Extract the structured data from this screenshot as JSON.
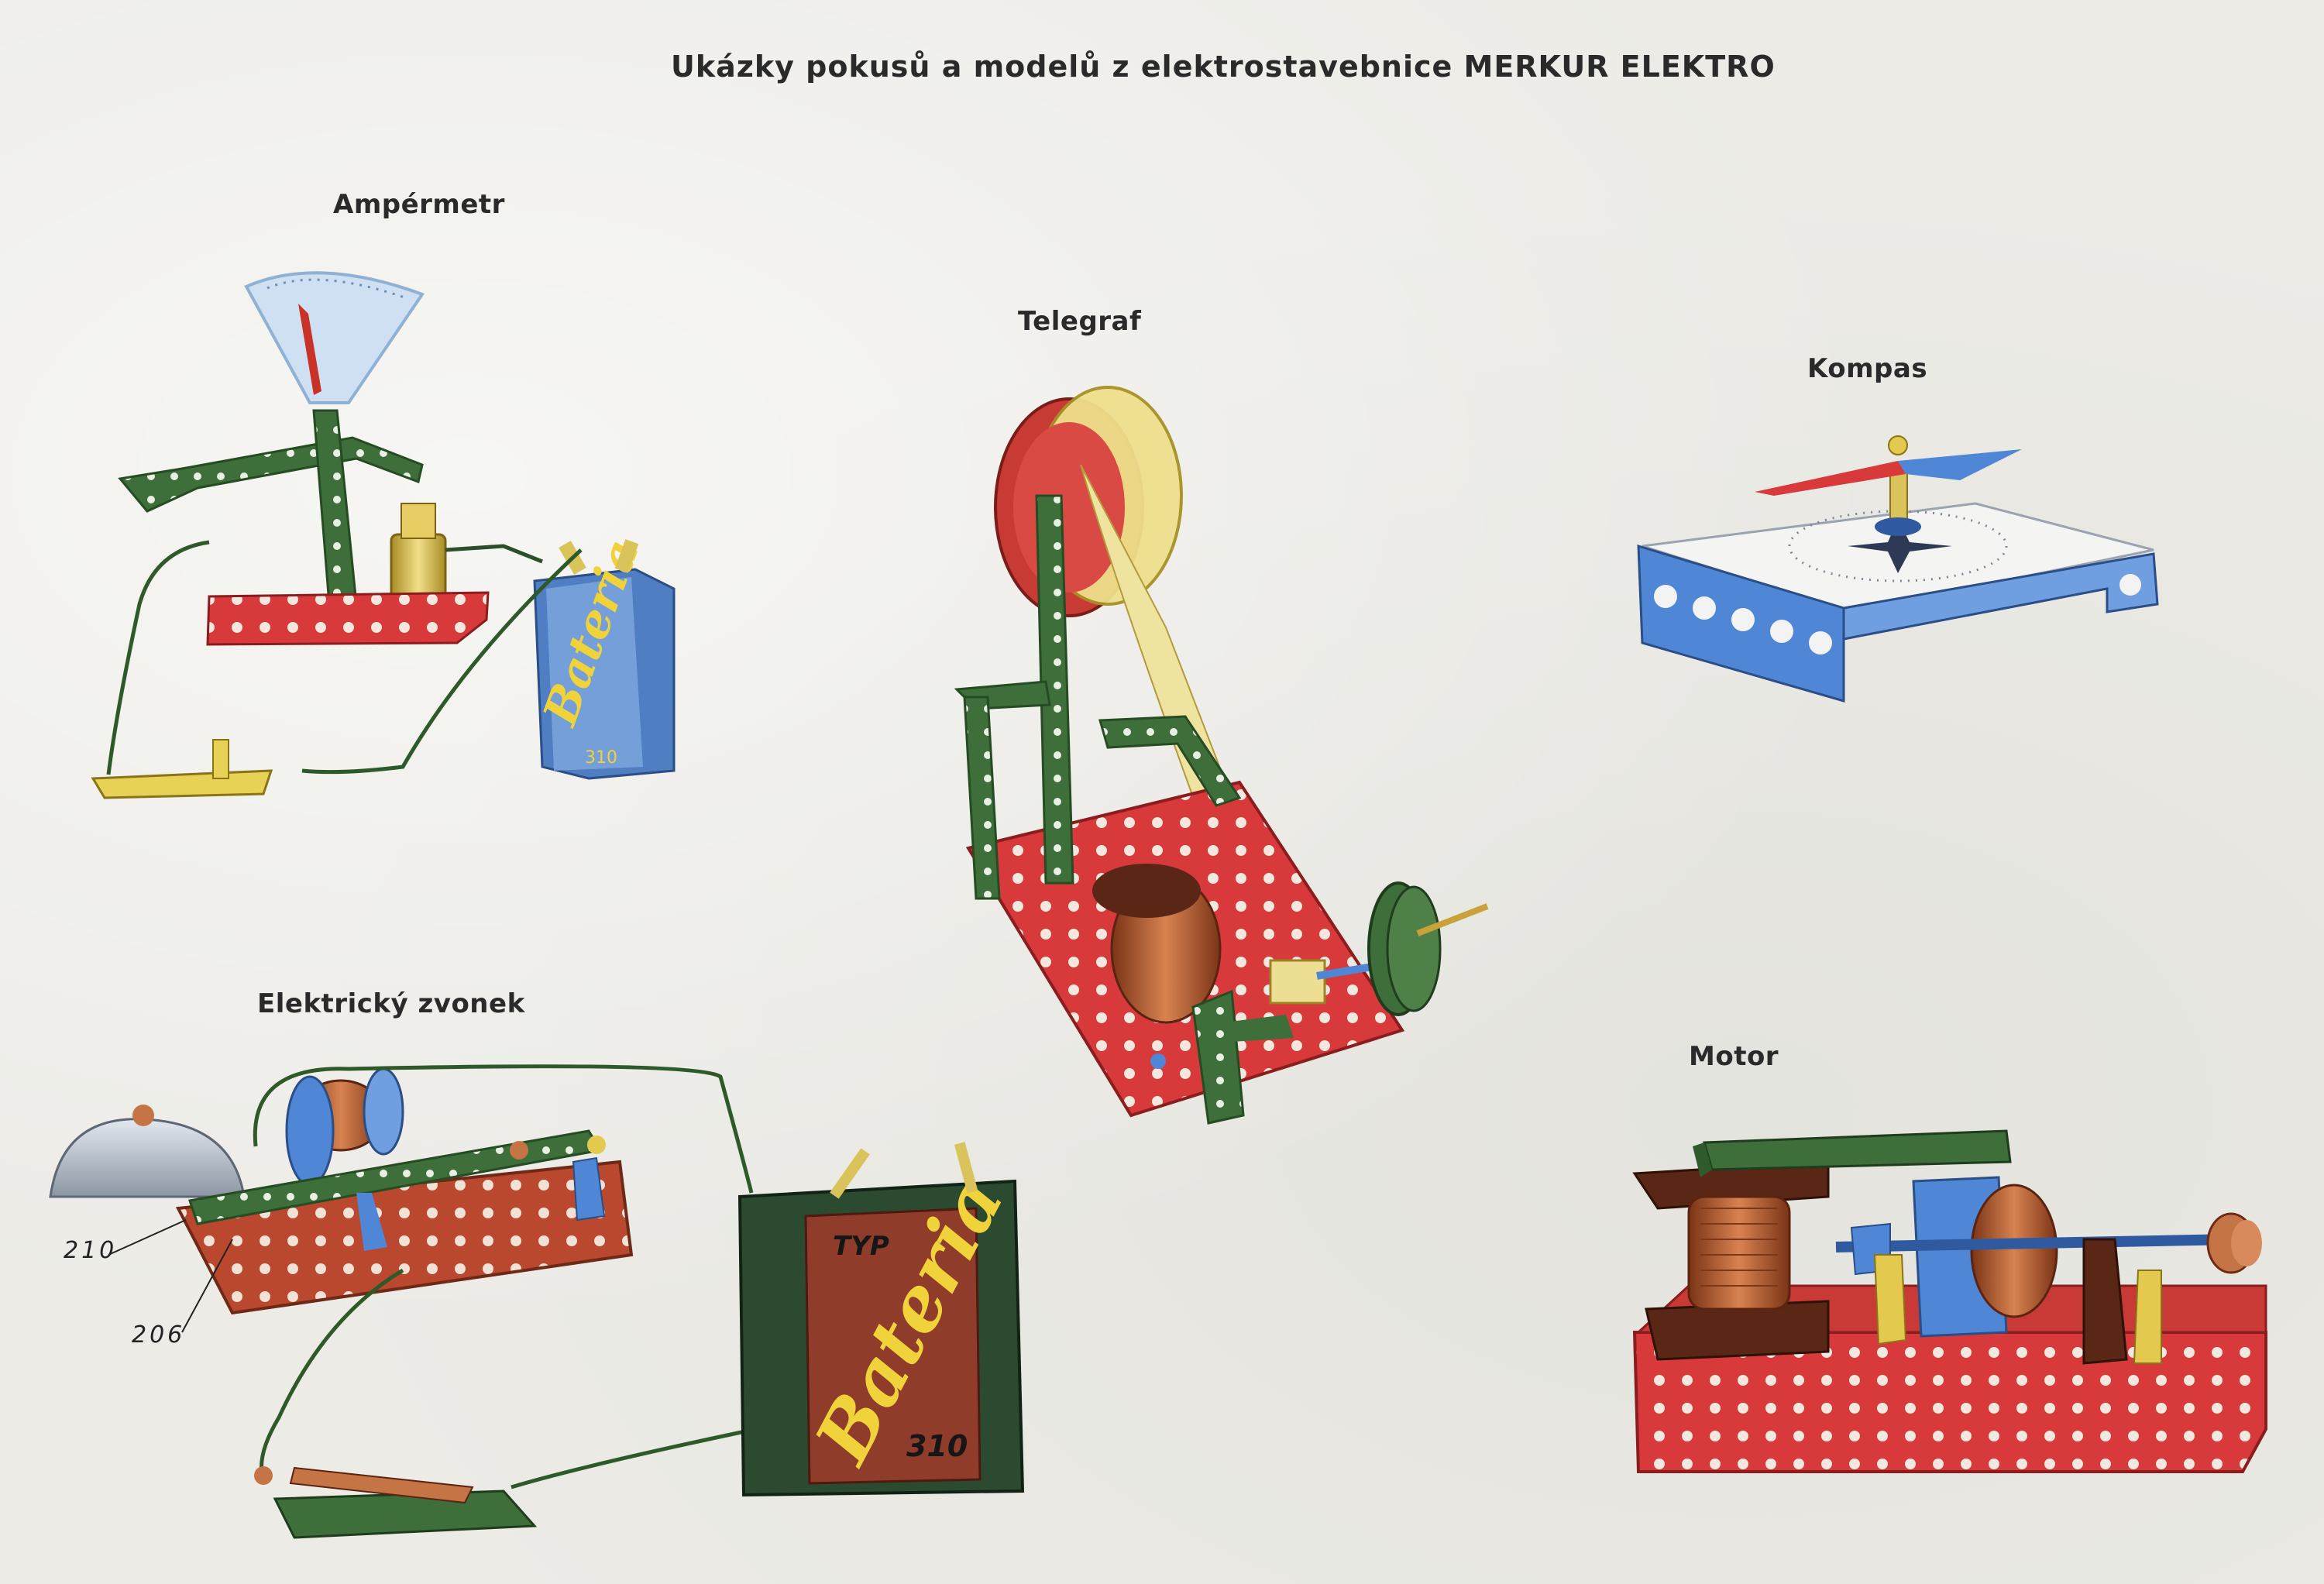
{
  "title": "Ukázky pokusů a modelů z elektrostavebnice MERKUR ELEKTRO",
  "models": {
    "ampermetr": "Ampérmetr",
    "telegraf": "Telegraf",
    "kompas": "Kompas",
    "zvonek": "Elektrický zvonek",
    "motor": "Motor"
  },
  "part_numbers": {
    "p210": "210",
    "p206": "206"
  },
  "battery_small": {
    "brand": "Bateria",
    "number": "310"
  },
  "battery_large": {
    "type": "TYP",
    "brand": "Bateria",
    "number": "310"
  },
  "colors": {
    "paper": "#ecebe6",
    "red": "#d8393a",
    "green": "#3e6e3a",
    "blue": "#4f86d6",
    "brass": "#d9c35a",
    "copper": "#b8643a",
    "brown": "#6e3420"
  }
}
